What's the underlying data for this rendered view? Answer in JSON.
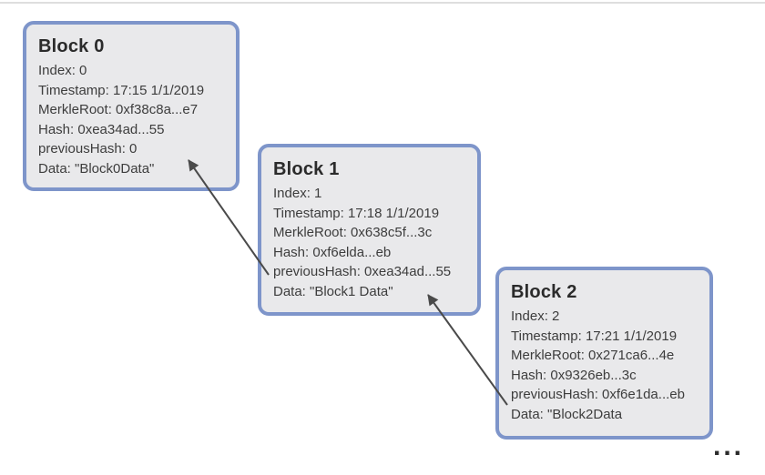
{
  "diagram": {
    "blocks": [
      {
        "title": "Block 0",
        "lines": [
          "Index: 0",
          "Timestamp: 17:15 1/1/2019",
          "MerkleRoot: 0xf38c8a...e7",
          "Hash: 0xea34ad...55",
          "previousHash: 0",
          "Data: \"Block0Data\""
        ]
      },
      {
        "title": "Block 1",
        "lines": [
          "Index: 1",
          "Timestamp: 17:18 1/1/2019",
          "MerkleRoot: 0x638c5f...3c",
          "Hash: 0xf6elda...eb",
          "previousHash: 0xea34ad...55",
          "Data: \"Block1 Data\""
        ]
      },
      {
        "title": "Block 2",
        "lines": [
          "Index: 2",
          "Timestamp: 17:21 1/1/2019",
          "MerkleRoot: 0x271ca6...4e",
          "Hash: 0x9326eb...3c",
          "previousHash: 0xf6e1da...eb",
          "Data: \"Block2Data"
        ]
      }
    ],
    "arrows": [
      {
        "name": "block1-previousHash-to-block0"
      },
      {
        "name": "block2-previousHash-to-block1"
      }
    ],
    "ellipsis": "..."
  },
  "colors": {
    "block-border": "#7e95ca",
    "block-fill": "#e9e9eb",
    "title-text": "#2b2b2b",
    "body-text": "#3d3d3d",
    "arrow": "#4a4a4a",
    "top-divider": "#dedede",
    "background": "#ffffff"
  }
}
